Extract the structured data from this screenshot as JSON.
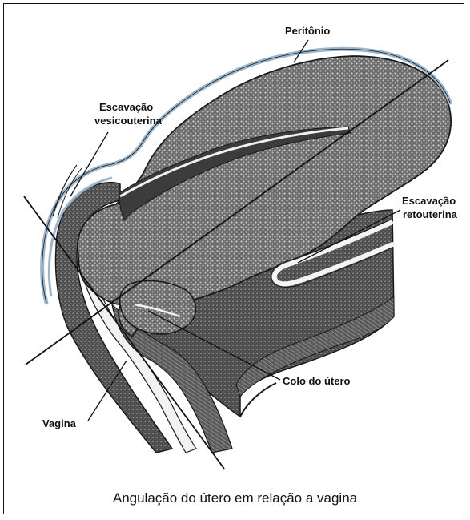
{
  "labels": {
    "peritonio": "Peritônio",
    "escavacao_vesico_line1": "Escavação",
    "escavacao_vesico_line2": "vesicouterina",
    "escavacao_reto_line1": "Escavação",
    "escavacao_reto_line2": "retouterina",
    "colo": "Colo do útero",
    "vagina": "Vagina"
  },
  "caption": "Angulação do útero em relação a vagina",
  "colors": {
    "tissue": "#6e6e6e",
    "tissue_dark": "#4a4a4a",
    "peritoneum": "#9bb6cc",
    "outline": "#1a1a1a",
    "background": "#ffffff"
  }
}
